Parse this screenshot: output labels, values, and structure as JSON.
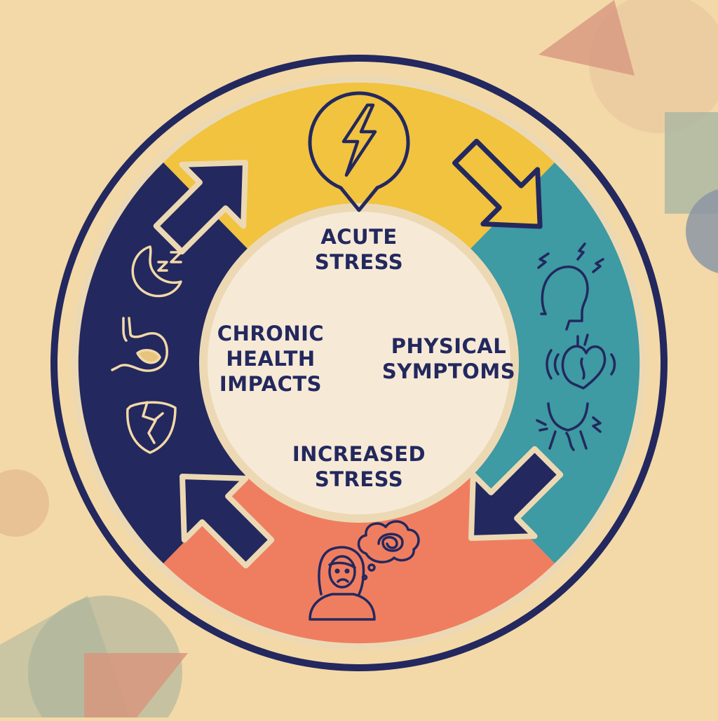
{
  "diagram": {
    "stages": [
      {
        "id": "acute",
        "lines": [
          "ACUTE",
          "STRESS"
        ],
        "icon": "lightning-bolt-icon"
      },
      {
        "id": "physical",
        "lines": [
          "PHYSICAL",
          "SYMPTOMS"
        ],
        "icons": [
          "headache-icon",
          "heart-icon",
          "neck-pain-icon"
        ]
      },
      {
        "id": "increased",
        "lines": [
          "INCREASED",
          "STRESS"
        ],
        "icons": [
          "worried-person-icon",
          "tangled-thought-icon"
        ]
      },
      {
        "id": "chronic",
        "lines": [
          "CHRONIC",
          "HEALTH",
          "IMPACTS"
        ],
        "icons": [
          "sleep-moon-icon",
          "stomach-icon",
          "cracked-shield-icon"
        ]
      }
    ],
    "colors": {
      "background": "#f3d9a8",
      "navy": "#23285e",
      "yellow": "#f1c33f",
      "teal": "#3e9aa3",
      "coral": "#ef7e61",
      "center": "#f6ead7",
      "rim": "#ecd9b4"
    }
  }
}
